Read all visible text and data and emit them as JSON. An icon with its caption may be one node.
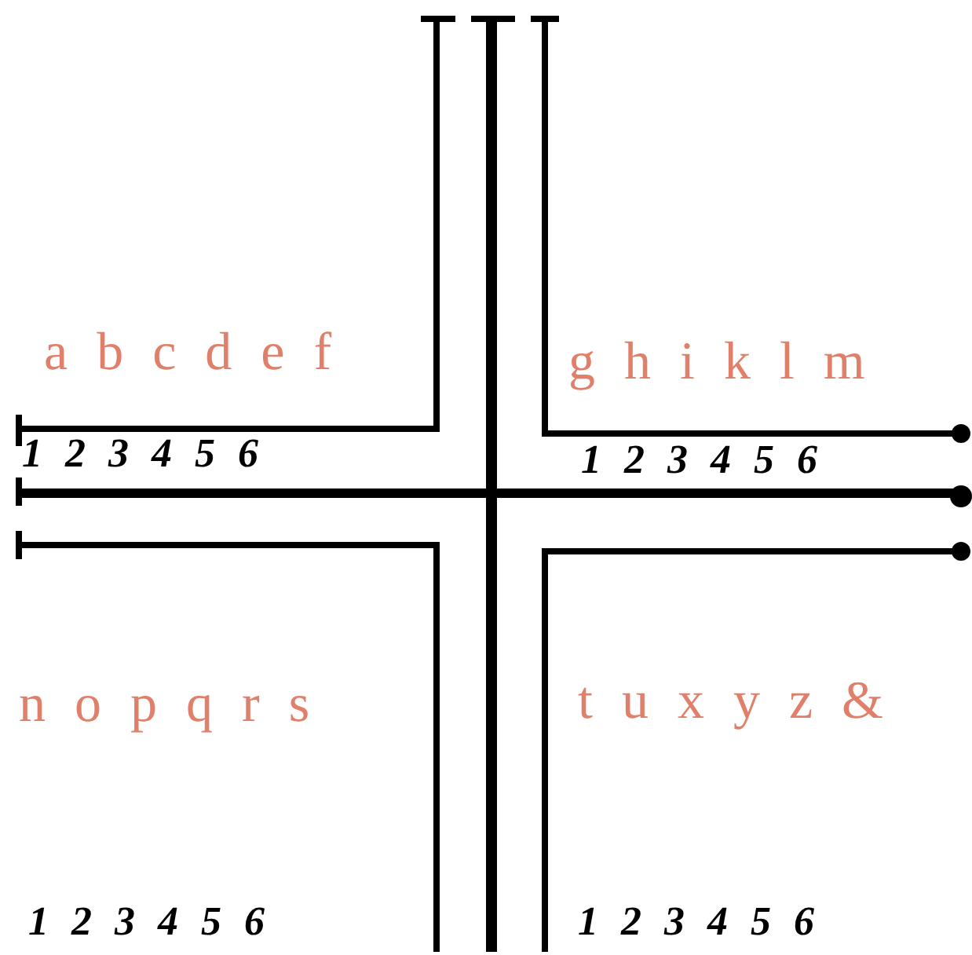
{
  "diagram": {
    "labels": [
      "a b c d e f",
      "g h i k l m",
      "1 2 3 4 5 6",
      "1 2 3 4 5 6",
      "n o p q r s",
      "t u x y z &",
      "1 2 3 4 5 6",
      "1 2 3 4 5 6"
    ]
  }
}
